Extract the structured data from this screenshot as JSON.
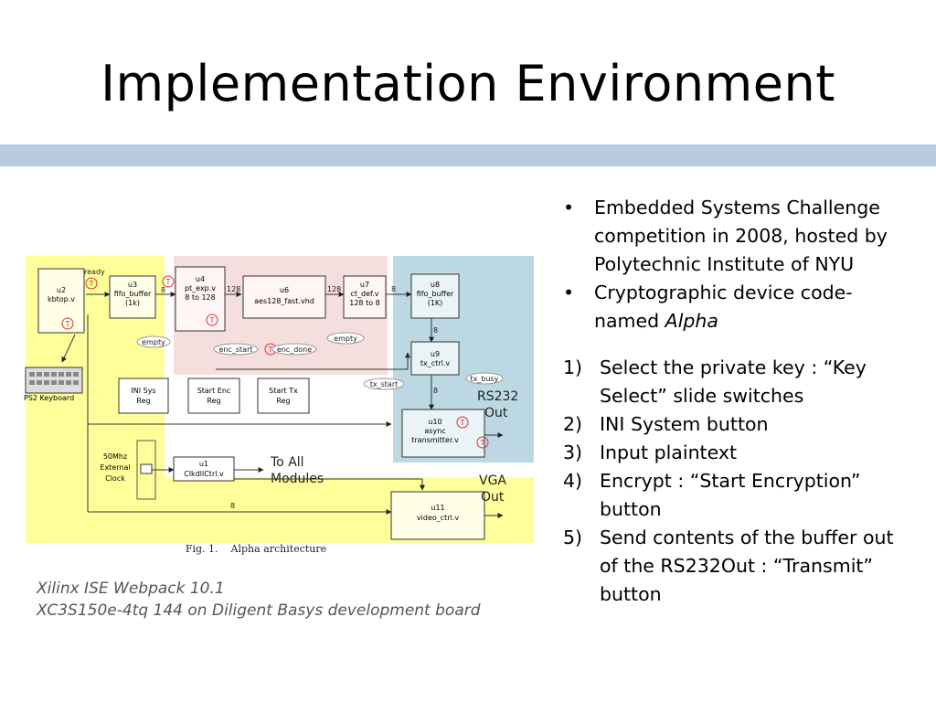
{
  "slide": {
    "title": "Implementation Environment"
  },
  "diagram": {
    "caption_fig": "Fig. 1.",
    "caption_text": "Alpha architecture",
    "blocks": {
      "u2": {
        "id": "u2",
        "name": "kbtop.v"
      },
      "u3": {
        "id": "u3",
        "name": "fifo_buffer",
        "sub": "(1k)"
      },
      "u4": {
        "id": "u4",
        "name": "pt_exp.v",
        "sub": "8 to 128"
      },
      "u6": {
        "id": "u6",
        "name": "aes128_fast.vhd"
      },
      "u7": {
        "id": "u7",
        "name": "ct_def.v",
        "sub": "128 to 8"
      },
      "u8": {
        "id": "u8",
        "name": "fifo_buffer",
        "sub": "(1K)"
      },
      "u9": {
        "id": "u9",
        "name": "tx_ctrl.v"
      },
      "u10": {
        "id": "u10",
        "name": "async",
        "sub": "transmitter.v"
      },
      "u1": {
        "id": "u1",
        "name": "ClkdllCtrl.v"
      },
      "u11": {
        "id": "u11",
        "name": "video_ctrl.v"
      },
      "ini": {
        "line1": "INI Sys",
        "line2": "Reg"
      },
      "enc": {
        "line1": "Start Enc",
        "line2": "Reg"
      },
      "tx": {
        "line1": "Start Tx",
        "line2": "Reg"
      }
    },
    "labels": {
      "ready": "ready",
      "eight": "8",
      "oneTwentyEight": "128",
      "empty": "empty",
      "enc_start": "enc_start",
      "enc_done": "enc_done",
      "tx_start": "tx_start",
      "tx_busy": "tx_busy",
      "keyboard": "PS2 Keyboard",
      "clock1": "50Mhz",
      "clock2": "External",
      "clock3": "Clock",
      "to_all1": "To All",
      "to_all2": "Modules",
      "rs232_1": "RS232",
      "rs232_2": "Out",
      "vga_1": "VGA",
      "vga_2": "Out",
      "t": "T"
    },
    "colors": {
      "yellow": "#ffff99",
      "pink": "#f5dede",
      "blue": "#bcd8e2"
    }
  },
  "notes": [
    "Xilinx ISE Webpack 10.1",
    "XC3S150e-4tq 144 on Diligent Basys development board"
  ],
  "bullets": [
    {
      "pre": "Embedded Systems Challenge competition in 2008, hosted by Polytechnic Institute of NYU",
      "em": "",
      "post": ""
    },
    {
      "pre": "Cryptographic device code-named ",
      "em": "Alpha",
      "post": ""
    }
  ],
  "steps": [
    {
      "num": "1)",
      "text": "Select the private key : “Key Select” slide switches"
    },
    {
      "num": "2)",
      "text": "INI System button"
    },
    {
      "num": "3)",
      "text": "Input plaintext"
    },
    {
      "num": "4)",
      "text": "Encrypt : “Start Encryption” button"
    },
    {
      "num": "5)",
      "text": "Send contents of the buffer out of the RS232Out : “Transmit” button"
    }
  ]
}
